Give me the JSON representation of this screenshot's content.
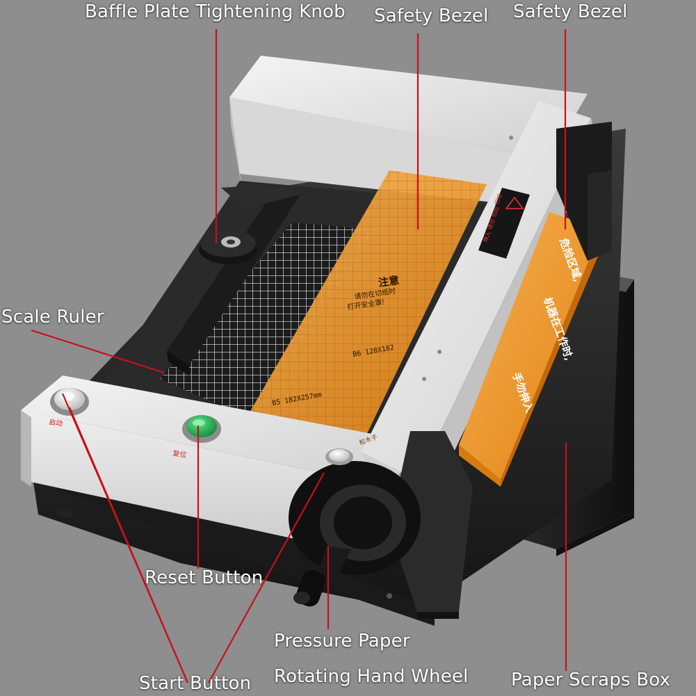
{
  "labels": {
    "baffle_knob": "Baffle Plate Tightening Knob",
    "safety_bezel_1": "Safety Bezel",
    "safety_bezel_2": "Safety Bezel",
    "scale_ruler": "Scale Ruler",
    "reset_button": "Reset Button",
    "pressure_paper": "Pressure Paper",
    "rotating_wheel": "Rotating Hand Wheel",
    "start_button": "Start Button",
    "scraps_box": "Paper Scraps Box"
  },
  "machine_text": {
    "notice_title": "注意",
    "notice_line1": "请勿在切纸时",
    "notice_line2": "打开安全罩!",
    "size_b6": "B6 128X182",
    "size_b5": "B5 182X257mm",
    "danger_zone": "危险区域,",
    "danger_zone_2": "机器在工作时,",
    "danger_zone_3": "手勿伸入",
    "warning_tag_1": "切切",
    "warning_tag_2": "危险",
    "warning_tag_3": "请勿",
    "warning_tag_4": "伸入",
    "left_button_tag": "启动",
    "reset_tag": "复位",
    "bezel_tag": "松木子"
  },
  "colors": {
    "background": "#8e8e8e",
    "leader_line": "#c8101a",
    "machine_body": "#e6e6e6",
    "base_dark": "#2b2b2b",
    "orange_bezel": "#f0961c",
    "green_button": "#1fa64a"
  }
}
